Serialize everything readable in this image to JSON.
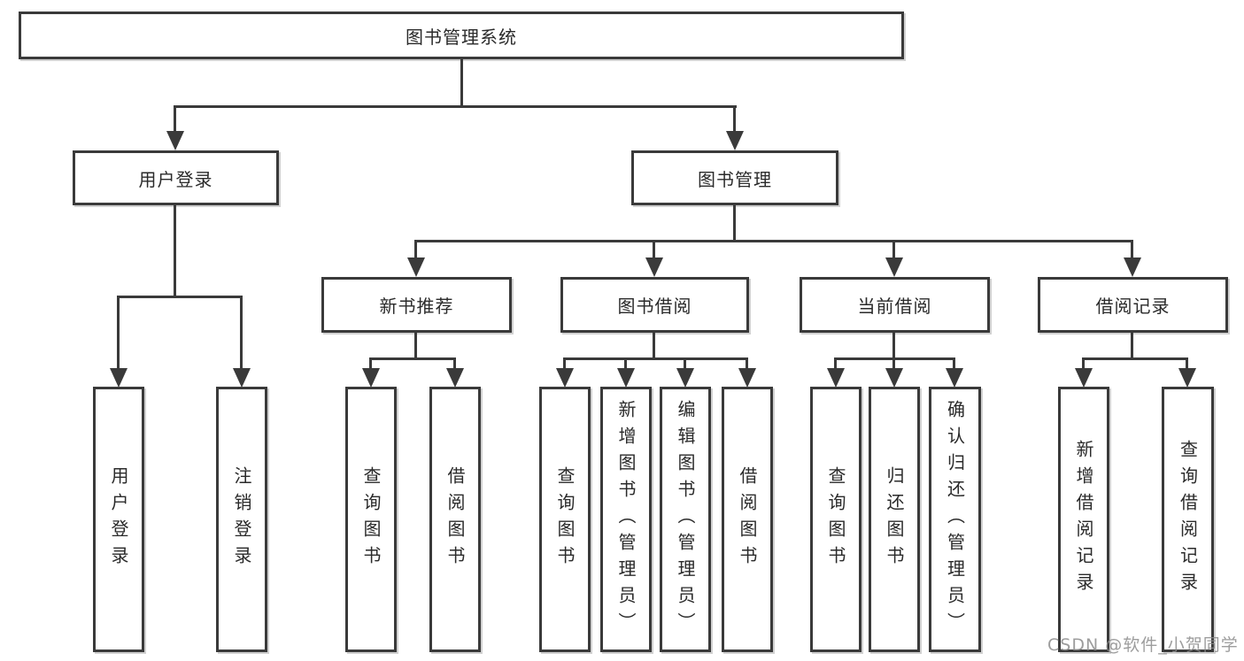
{
  "colors": {
    "line": "#3a3a3a",
    "box_border": "#3a3a3a",
    "box_fill": "#ffffff",
    "text": "#2a2a2a",
    "watermark": "#8c8c8c",
    "background": "#ffffff"
  },
  "watermark": "CSDN @软件_小贺同学",
  "tree": {
    "root": "图书管理系统",
    "level2": [
      "用户登录",
      "图书管理"
    ],
    "level3": [
      "新书推荐",
      "图书借阅",
      "当前借阅",
      "借阅记录"
    ],
    "leaves": {
      "user_login": [
        "用户登录",
        "注销登录"
      ],
      "new_book_recommend": [
        "查询图书",
        "借阅图书"
      ],
      "book_borrow": [
        "查询图书",
        "新增图书（管理员）",
        "编辑图书（管理员）",
        "借阅图书"
      ],
      "current_borrow": [
        "查询图书",
        "归还图书",
        "确认归还（管理员）"
      ],
      "borrow_records": [
        "新增借阅记录",
        "查询借阅记录"
      ]
    }
  }
}
